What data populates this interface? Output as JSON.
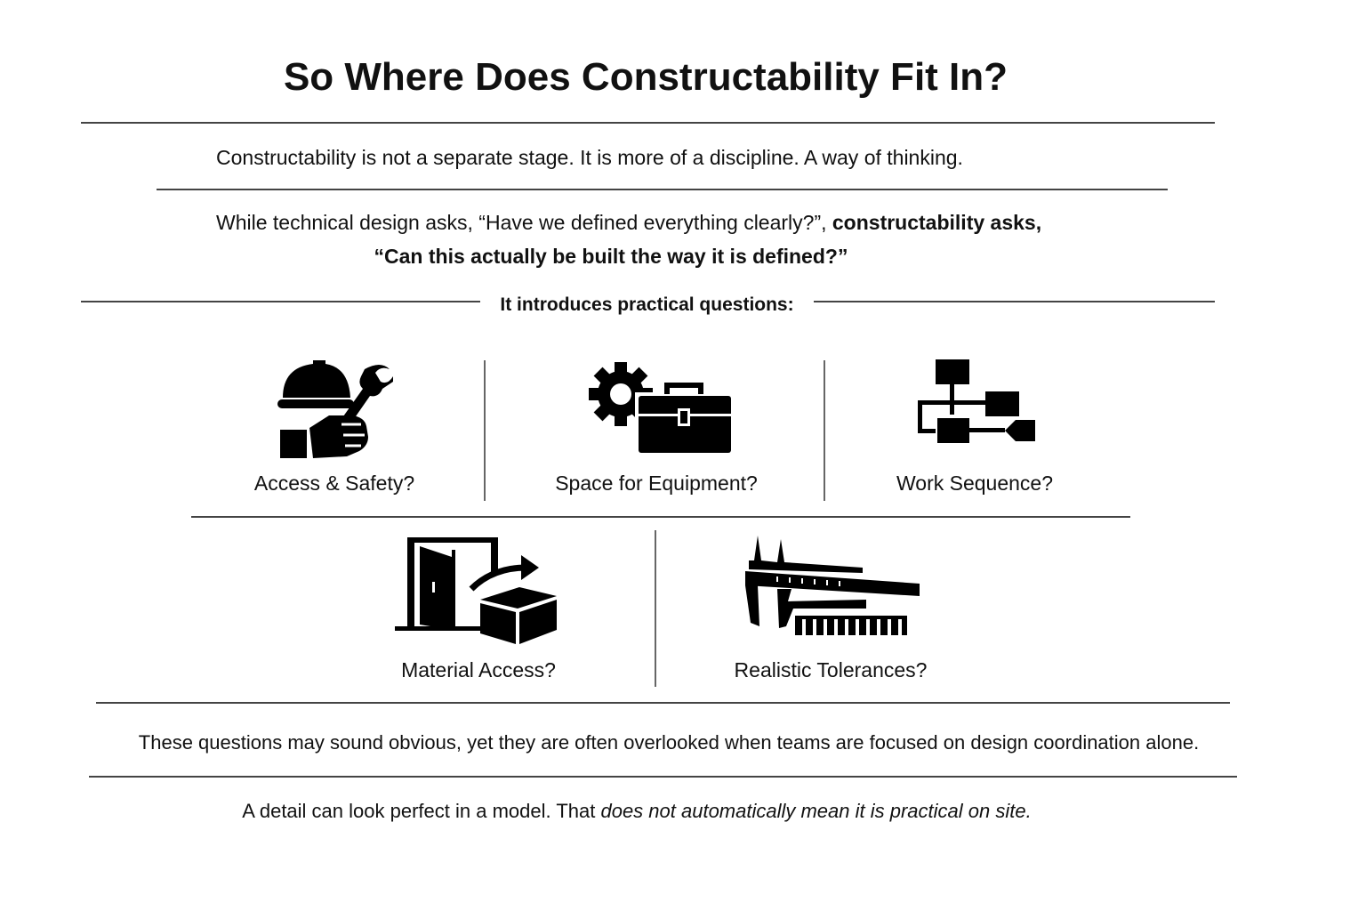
{
  "title": "So Where Does Constructability Fit In?",
  "intro": "Constructability is not a separate stage. It is more of a discipline. A way of thinking.",
  "comparison": {
    "part1": "While technical design asks, “Have we defined everything clearly?”,",
    "part2": "constructability asks,",
    "question": "“Can this actually be built the way it is defined?”"
  },
  "section_label": "It introduces practical questions:",
  "questions": [
    {
      "label": "Access & Safety?",
      "icon": "hard-hat-wrench-icon"
    },
    {
      "label": "Space for Equipment?",
      "icon": "gear-toolbox-icon"
    },
    {
      "label": "Work Sequence?",
      "icon": "flowchart-icon"
    },
    {
      "label": "Material Access?",
      "icon": "door-box-icon"
    },
    {
      "label": "Realistic Tolerances?",
      "icon": "caliper-icon"
    }
  ],
  "note": "These questions may sound obvious, yet they are often overlooked when teams are focused on design coordination alone.",
  "closing": {
    "part1": "A detail can look perfect in a model. That",
    "part2": "does not automatically mean it is practical on site."
  }
}
